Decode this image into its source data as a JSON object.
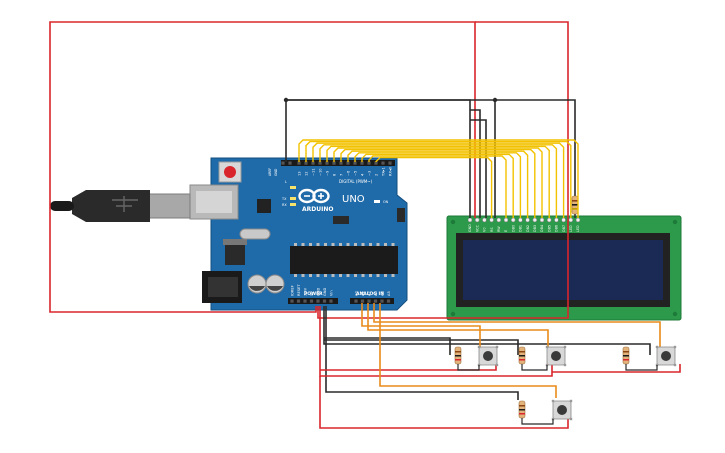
{
  "colors": {
    "wire_red": "#d9262c",
    "wire_black": "#2a2a2a",
    "wire_yellow": "#f2c200",
    "wire_orange": "#e98b1b",
    "board_blue": "#1f6aa8",
    "lcd_green": "#2c9a4a",
    "lcd_screen": "#1b2a55"
  },
  "icons": [
    "usb-cable-icon",
    "arduino-logo-icon"
  ],
  "board": {
    "logo_text": "ARDUINO",
    "model": "UNO",
    "digital_label": "DIGITAL (PWM~)",
    "power_label": "POWER",
    "analog_label": "ANALOG IN",
    "tx_label": "TX",
    "rx_label": "RX",
    "l_label": "L",
    "on_label": "ON",
    "aref_label": "AREF",
    "gnd_label": "GND",
    "digital_pins": [
      "13",
      "12",
      "~11",
      "~10",
      "~9",
      "8",
      "7",
      "~6",
      "~5",
      "4",
      "~3",
      "2",
      "TX▸1",
      "RX◂0"
    ],
    "power_pins": [
      "IOREF",
      "RESET",
      "3.3V",
      "5V",
      "GND",
      "GND",
      "Vin"
    ],
    "analog_pins": [
      "A0",
      "A1",
      "A2",
      "A3",
      "A4",
      "A5"
    ]
  },
  "lcd": {
    "pins": [
      "GND",
      "VCC",
      "V0",
      "RS",
      "RW",
      "E",
      "DB0",
      "DB1",
      "DB2",
      "DB3",
      "DB4",
      "DB5",
      "DB6",
      "DB7",
      "LED",
      "LED"
    ]
  }
}
